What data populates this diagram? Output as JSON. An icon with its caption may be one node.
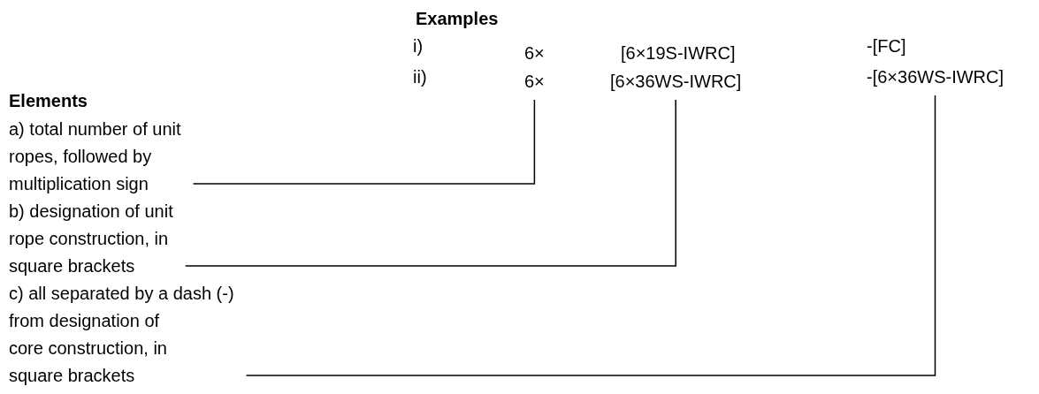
{
  "diagram": {
    "nodes": [
      {
        "text": [
          "a) total number of unit ropes, followed by multiplication sign"
        ]
      },
      {
        "text": [
          "b) designation of unit rope construction, in square brackets"
        ]
      },
      {
        "text": [
          "c) all separated by a dash (-) from designation of core construction, in square brackets"
        ]
      },
      {
        "text": [
          "6×"
        ]
      },
      {
        "text": [
          "[6×36WS-IWRC]"
        ]
      },
      {
        "text": [
          "-[6×36WS-IWRC]"
        ]
      }
    ],
    "edges": [
      {
        "from": 0,
        "to": 3,
        "arrow": "none"
      },
      {
        "from": 1,
        "to": 4,
        "arrow": "none"
      },
      {
        "from": 2,
        "to": 5,
        "arrow": "none"
      }
    ],
    "labels": [
      "Examples",
      "i)",
      "6×",
      "[6×19S-IWRC]",
      "-[FC]",
      "ii)",
      "Elements"
    ]
  }
}
